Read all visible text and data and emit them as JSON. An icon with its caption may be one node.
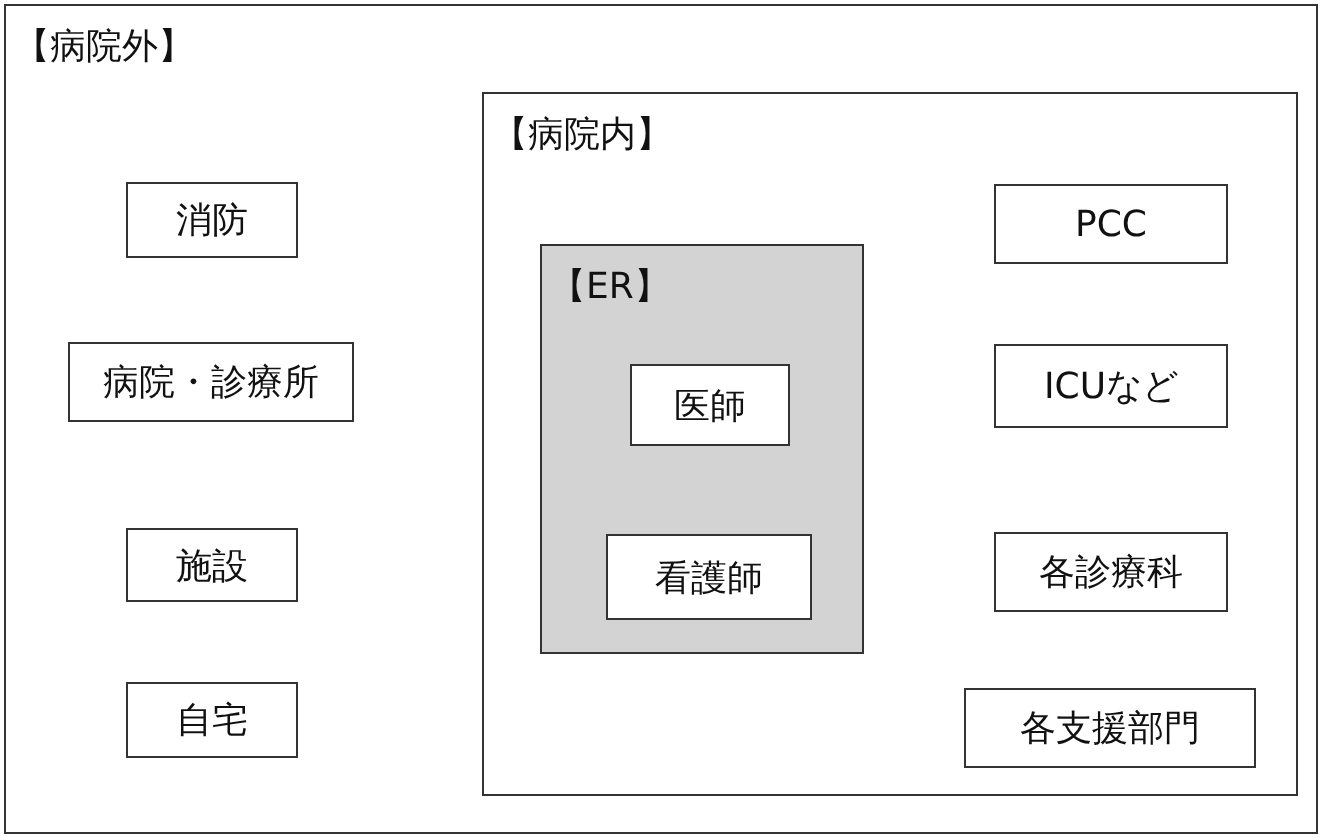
{
  "diagram": {
    "nodes": [
      {
        "text": [
          "【病院外】"
        ]
      },
      {
        "text": [
          "消防"
        ],
        "in": 0
      },
      {
        "text": [
          "病院・診療所"
        ],
        "in": 0
      },
      {
        "text": [
          "施設"
        ],
        "in": 0
      },
      {
        "text": [
          "自宅"
        ],
        "in": 0
      },
      {
        "text": [
          "【病院内】"
        ],
        "in": 0
      },
      {
        "text": [
          "【ER】"
        ],
        "in": 5
      },
      {
        "text": [
          "医師"
        ],
        "in": 6
      },
      {
        "text": [
          "看護師"
        ],
        "in": 6
      },
      {
        "text": [
          "PCC"
        ],
        "in": 5
      },
      {
        "text": [
          "ICUなど"
        ],
        "in": 5
      },
      {
        "text": [
          "各診療科"
        ],
        "in": 5
      },
      {
        "text": [
          "各支援部門"
        ],
        "in": 5
      }
    ]
  }
}
